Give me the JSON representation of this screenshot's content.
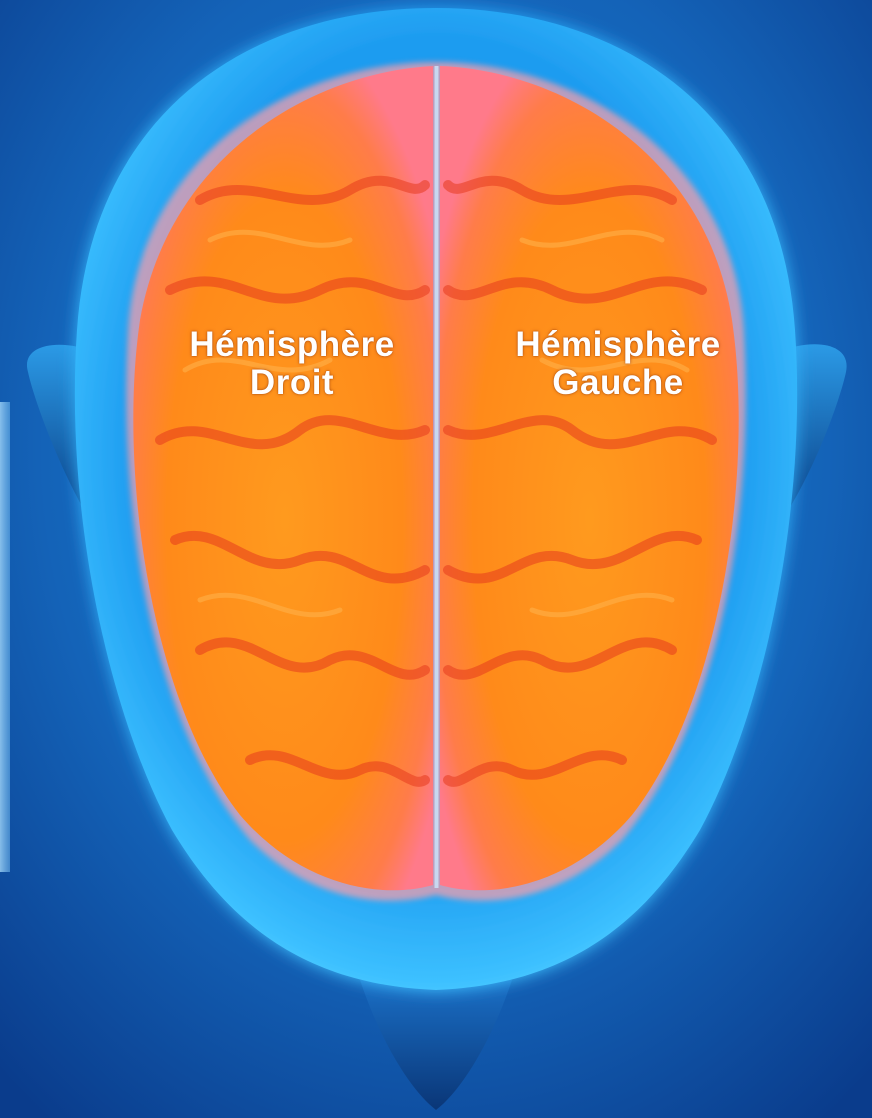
{
  "labels": {
    "right_hemisphere": {
      "line1": "Hémisphère",
      "line2": "Droit"
    },
    "left_hemisphere": {
      "line1": "Hémisphère",
      "line2": "Gauche"
    }
  },
  "colors": {
    "background_dark": "#0a3f8f",
    "background_light": "#1d74c9",
    "head_blue": "#27a6f0",
    "head_glow": "#5fd0ff",
    "brain_orange": "#ff8a18",
    "brain_pink": "#ff6f7a",
    "brain_fold_red": "#e8321d",
    "label_text": "#ffffff"
  },
  "icons": {
    "head": "head-illustration",
    "brain": "brain-illustration"
  }
}
